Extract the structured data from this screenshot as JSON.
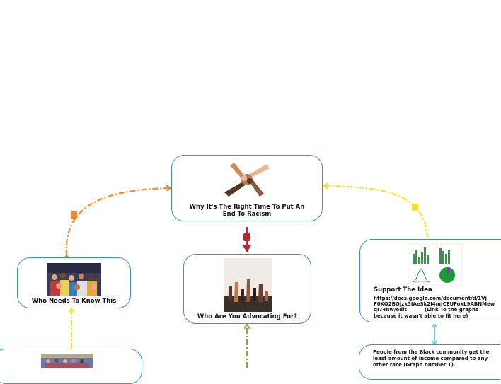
{
  "nodes": {
    "center": {
      "title": "Why It's The Right Time To Put An End To Racism"
    },
    "left": {
      "title": "Who Needs To Know This"
    },
    "middle": {
      "title": "Who Are You Advocating For?"
    },
    "right": {
      "title": "Support The Idea",
      "url_line1": "https://docs.google.com/document/d/1Vj",
      "url_line2": "F0KO2BOjzk3IAeSk2I4mJCEUFokL9ABNMew",
      "url_line3": "qI74nw/edit",
      "note": "(Link To the graphs because it wasn't able to fit here)"
    },
    "bottom_right": {
      "text": "People from the Black community get the least amount of income compared to any other race (Graph number 1)."
    }
  },
  "colors": {
    "node_border": "#3a8fd0",
    "orange": "#f28c28",
    "yellow": "#f5e02a",
    "red": "#c0272d",
    "green": "#7cb32e",
    "teal": "#7fcfc4"
  }
}
